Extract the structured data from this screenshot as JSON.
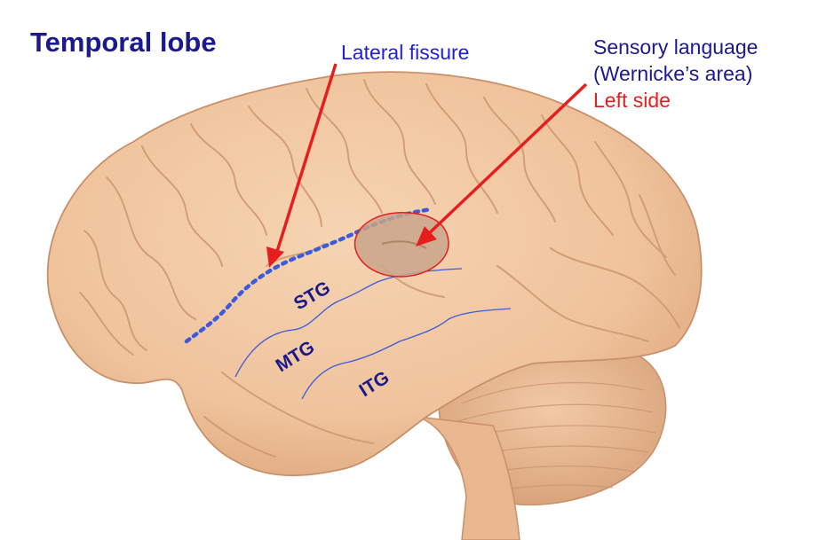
{
  "title": "Temporal lobe",
  "labels": {
    "lateral_fissure": "Lateral fissure",
    "sensory_line1": "Sensory language",
    "sensory_line2": "(Wernicke’s area)",
    "sensory_line3": "Left side"
  },
  "gyri": {
    "stg": "STG",
    "mtg": "MTG",
    "itg": "ITG"
  },
  "colors": {
    "title": "#1a1a8c",
    "fissure_label": "#1e1ee6",
    "left_side": "#e61e1e",
    "arrow": "#e61e1e",
    "fissure_line": "#3b5bdb",
    "brain": "#f2c9a4",
    "brain_shadow": "#d9a57f",
    "wernicke_fill": "#c9a58a"
  }
}
